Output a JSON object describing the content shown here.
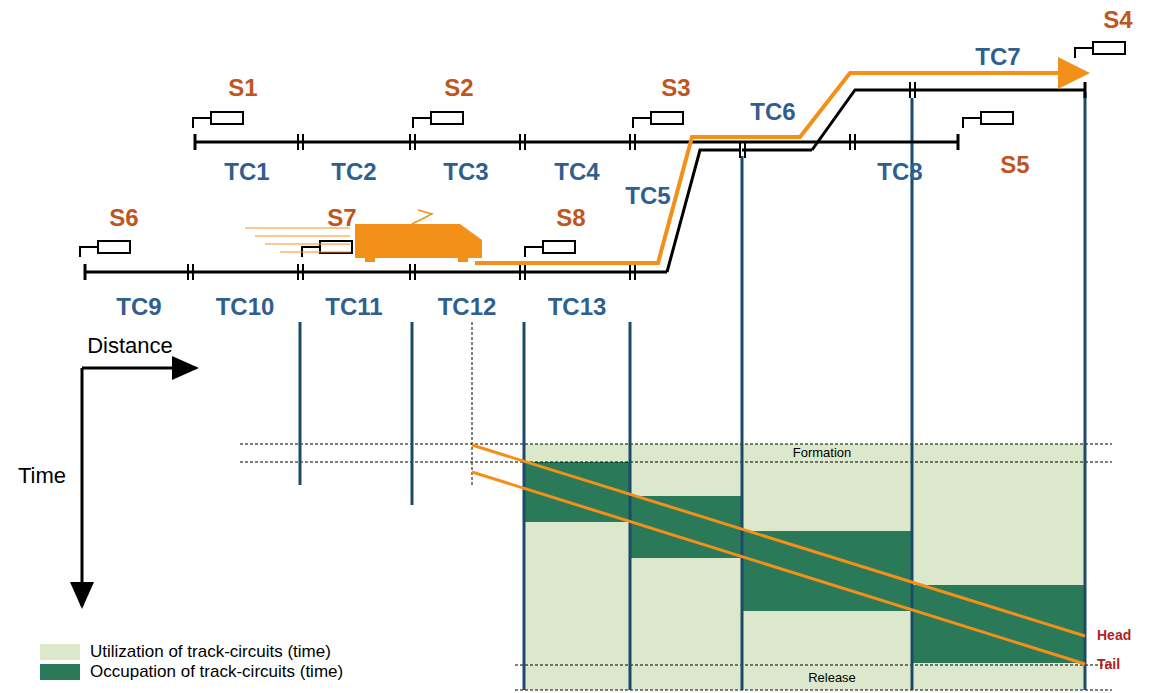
{
  "diagram": {
    "labels": [
      "S1",
      "S2",
      "S3",
      "S4",
      "S5",
      "S6",
      "S7",
      "S8",
      "TC1",
      "TC2",
      "TC3",
      "TC4",
      "TC5",
      "TC6",
      "TC7",
      "TC8",
      "TC9",
      "TC10",
      "TC11",
      "TC12",
      "TC13",
      "Distance",
      "Time",
      "Formation",
      "Release",
      "Head",
      "Tail"
    ],
    "legend": [
      {
        "text": "Utilization of track-circuits (time)",
        "color": "#dce8cc"
      },
      {
        "text": "Occupation of track-circuits (time)",
        "color": "#2a7a5a"
      }
    ]
  }
}
